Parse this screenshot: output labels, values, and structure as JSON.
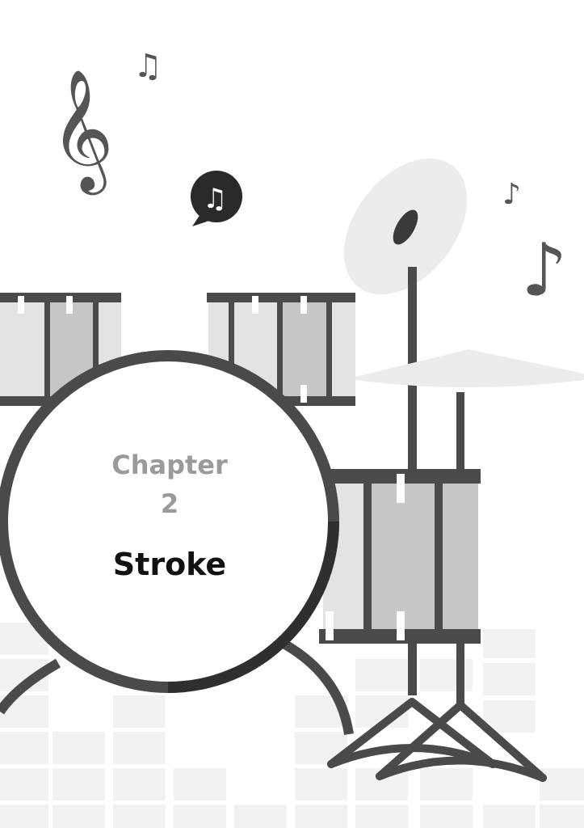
{
  "cover": {
    "chapter_label": "Chapter",
    "chapter_number": "2",
    "chapter_title": "Stroke"
  },
  "colors": {
    "dark": "#4a4a4a",
    "mid": "#c6c6c6",
    "light": "#e3e3e3",
    "cymbal": "#ececec",
    "tile": "#f2f2f2"
  },
  "icons": [
    "treble-clef-icon",
    "beamed-notes-icon",
    "speech-bubble-notes-icon",
    "eighth-note-icon",
    "eighth-note-icon"
  ]
}
